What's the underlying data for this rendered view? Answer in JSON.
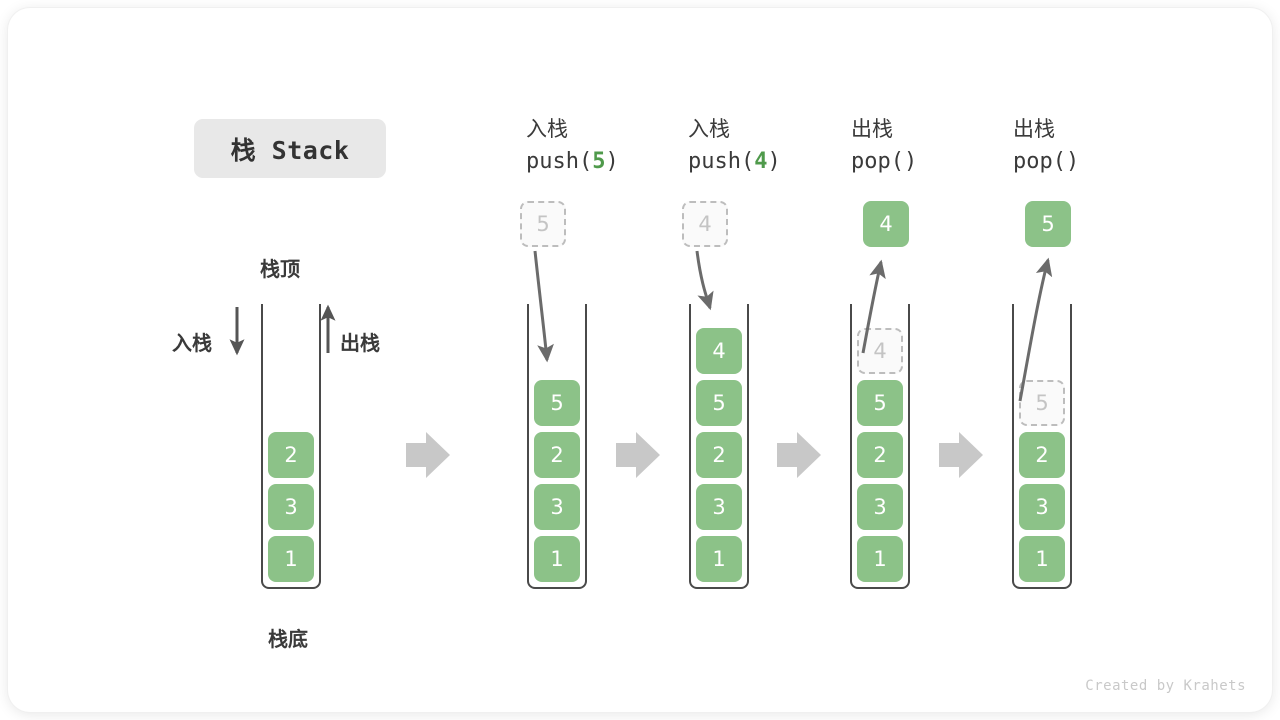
{
  "title": {
    "label": "栈 Stack"
  },
  "left_stack": {
    "top_label": "栈顶",
    "bottom_label": "栈底",
    "push_label": "入栈",
    "pop_label": "出栈",
    "items": [
      "2",
      "3",
      "1"
    ]
  },
  "steps": [
    {
      "head_cn": "入栈",
      "head_code_prefix": "push(",
      "head_code_arg": "5",
      "head_code_suffix": ")",
      "floating": {
        "value": "5",
        "style": "ghost"
      },
      "items": [
        "5",
        "2",
        "3",
        "1"
      ],
      "ghost_in_stack": null
    },
    {
      "head_cn": "入栈",
      "head_code_prefix": "push(",
      "head_code_arg": "4",
      "head_code_suffix": ")",
      "floating": {
        "value": "4",
        "style": "ghost"
      },
      "items": [
        "4",
        "5",
        "2",
        "3",
        "1"
      ],
      "ghost_in_stack": null
    },
    {
      "head_cn": "出栈",
      "head_code_prefix": "pop(",
      "head_code_arg": "",
      "head_code_suffix": ")",
      "floating": {
        "value": "4",
        "style": "solid"
      },
      "items": [
        "5",
        "2",
        "3",
        "1"
      ],
      "ghost_in_stack": "4"
    },
    {
      "head_cn": "出栈",
      "head_code_prefix": "pop(",
      "head_code_arg": "",
      "head_code_suffix": ")",
      "floating": {
        "value": "5",
        "style": "solid"
      },
      "items": [
        "2",
        "3",
        "1"
      ],
      "ghost_in_stack": "5"
    }
  ],
  "footer": {
    "credit": "Created by Krahets"
  },
  "colors": {
    "box_green": "#8cc288",
    "arrow_gray": "#c8c8c8",
    "stroke_dark": "#4a4a4a",
    "ghost_border": "#bdbdbd",
    "accent_green_text": "#4f9a4b"
  }
}
